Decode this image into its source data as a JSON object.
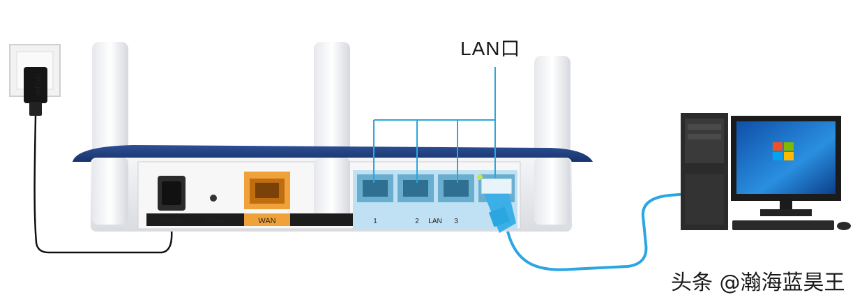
{
  "callout": {
    "lan_label": "LAN口"
  },
  "router": {
    "plug_brand": "TP-LINK",
    "port_labels": {
      "power": "Power",
      "reset": "Reset",
      "wan": "WAN",
      "lan_numbers": [
        "1",
        "2",
        "3"
      ],
      "lan_text": "LAN"
    }
  },
  "watermark": {
    "text": "头条 @瀚海蓝昊王"
  },
  "colors": {
    "cable_blue": "#2aa6e0",
    "router_navy": "#1f3c78",
    "wan_orange": "#f0a23a",
    "lan_panel_blue": "#bfe1f3",
    "label_bar": "#1c1c1c",
    "monitor_blue": "#1a72c9"
  }
}
